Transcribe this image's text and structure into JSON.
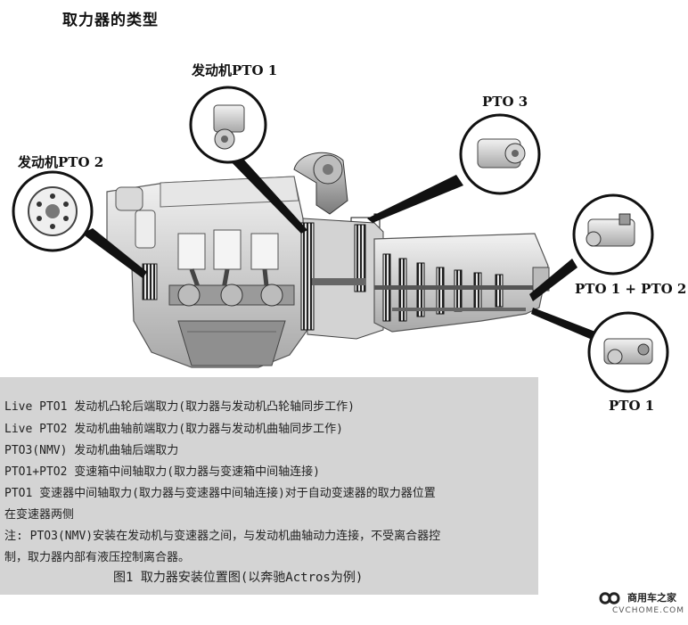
{
  "title": "取力器的类型",
  "labels": {
    "engine_pto1": "发动机PTO 1",
    "engine_pto2": "发动机PTO 2",
    "pto3": "PTO 3",
    "pto1_pto2": "PTO 1 + PTO 2",
    "pto1": "PTO 1"
  },
  "descriptions": [
    "Live PTO1 发动机凸轮后端取力(取力器与发动机凸轮轴同步工作)",
    "Live PTO2 发动机曲轴前端取力(取力器与发动机曲轴同步工作)",
    "PTO3(NMV)  发动机曲轴后端取力",
    "PTO1+PTO2  变速箱中间轴取力(取力器与变速箱中间轴连接)",
    "PTO1 变速器中间轴取力(取力器与变速器中间轴连接)对于自动变速器的取力器位置",
    "在变速器两侧",
    "注: PTO3(NMV)安装在发动机与变速器之间，与发动机曲轴动力连接，不受离合器控",
    "制，取力器内部有液压控制离合器。"
  ],
  "figure_caption": "图1   取力器安装位置图(以奔驰Actros为例)",
  "logo": {
    "name_cn": "商用车之家",
    "domain": "CVCHOME.COM"
  }
}
